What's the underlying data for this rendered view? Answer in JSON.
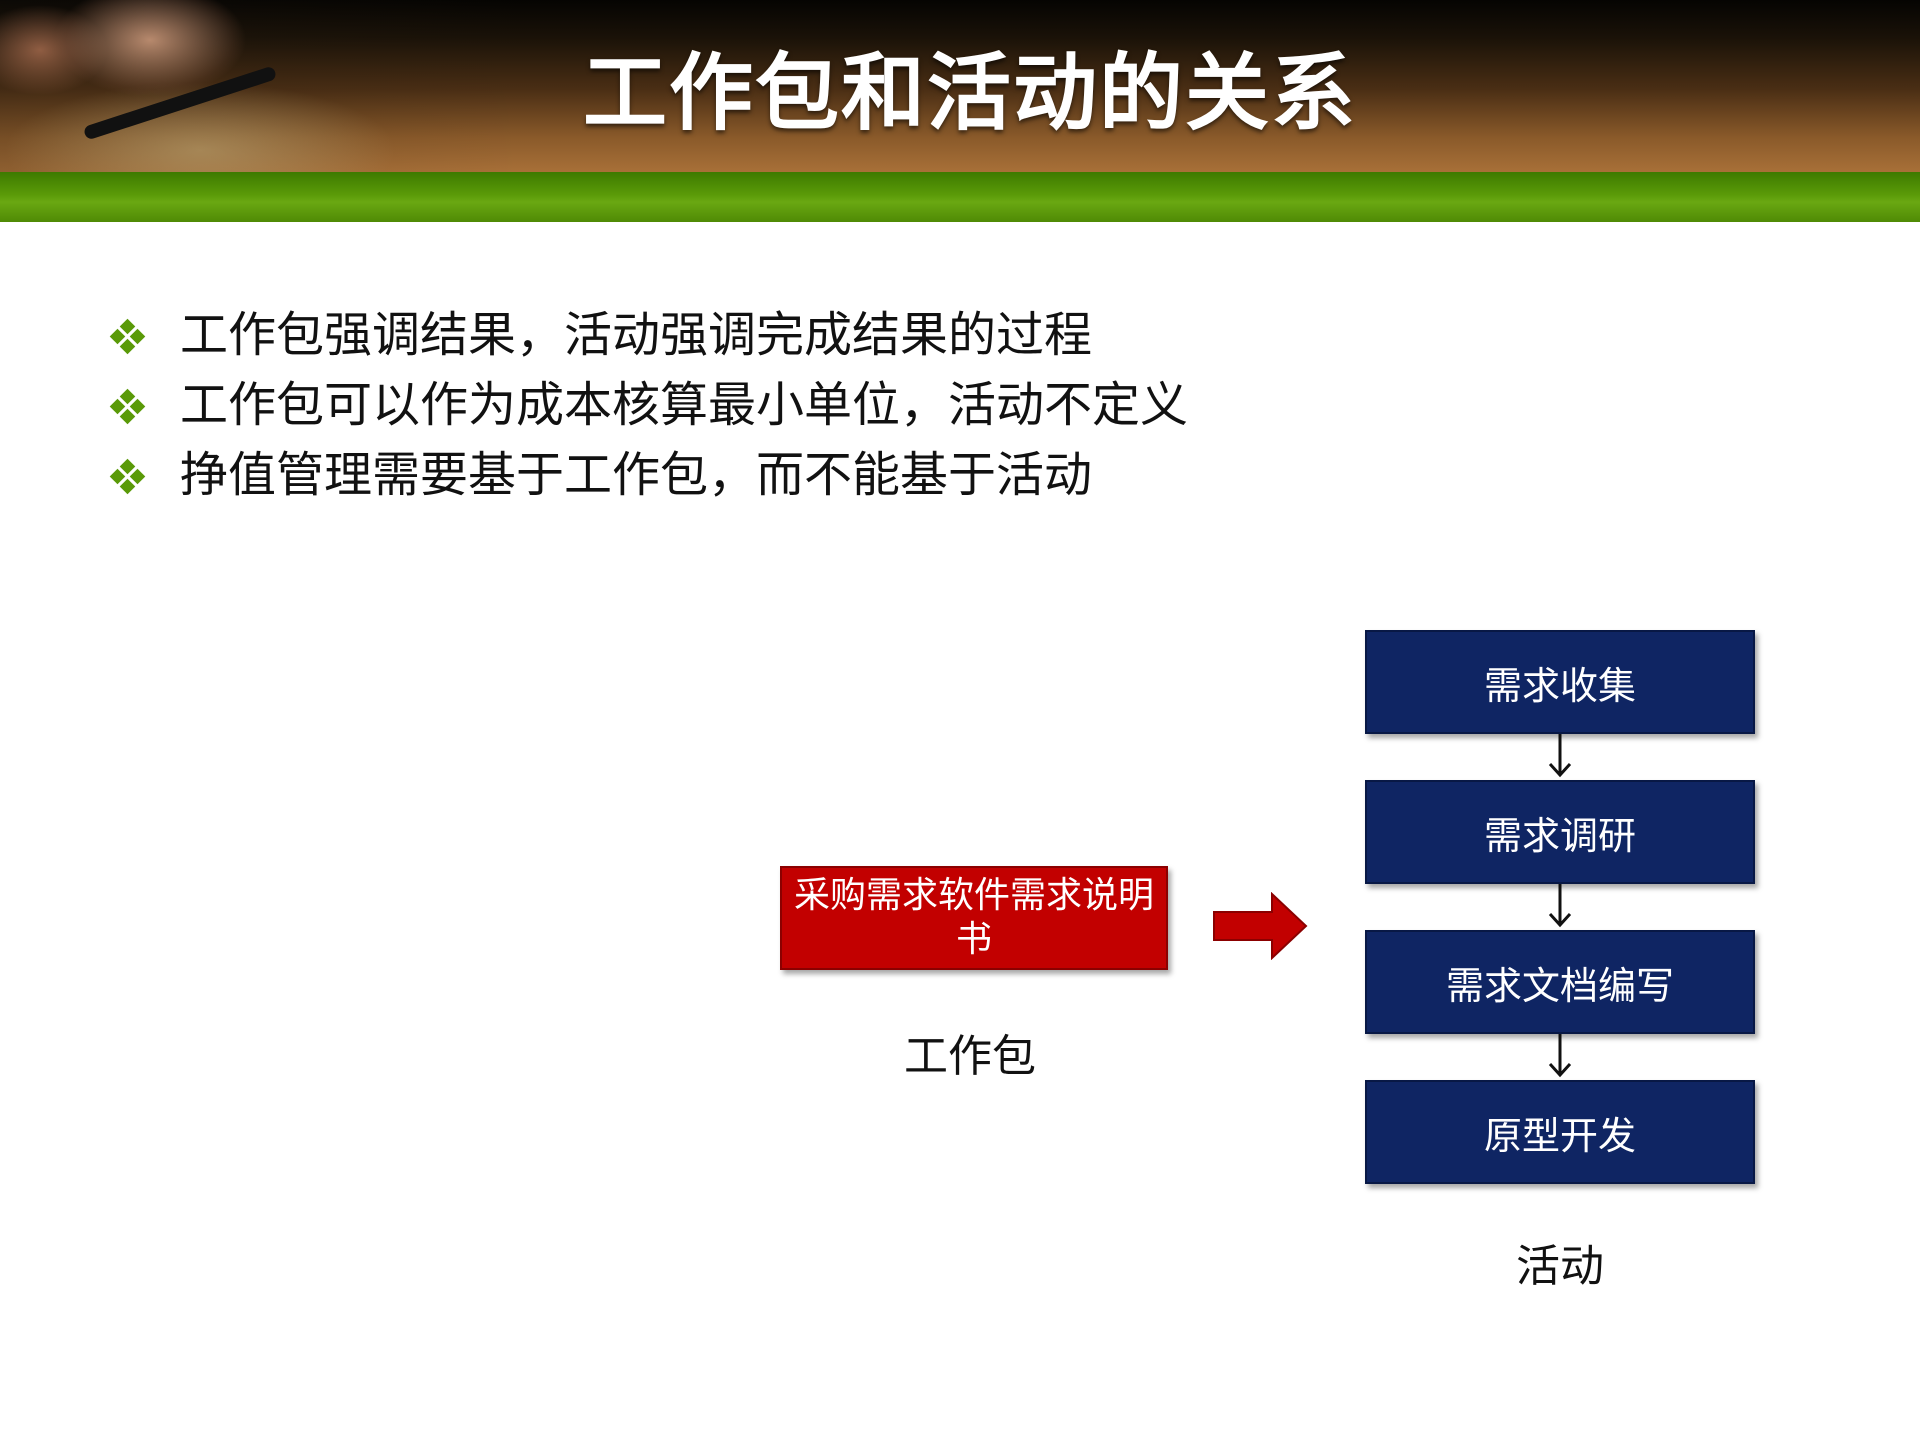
{
  "slide": {
    "title": "工作包和活动的关系",
    "bullets": [
      "工作包强调结果，活动强调完成结果的过程",
      "工作包可以作为成本核算最小单位，活动不定义",
      "挣值管理需要基于工作包，而不能基于活动"
    ]
  },
  "diagram": {
    "work_package": {
      "box_text": "采购需求软件需求说明书",
      "caption": "工作包"
    },
    "activities": [
      "需求收集",
      "需求调研",
      "需求文档编写",
      "原型开发"
    ],
    "activities_caption": "活动"
  },
  "colors": {
    "header_green": "#5a9a08",
    "work_package_fill": "#c20000",
    "activity_fill": "#0f2563"
  }
}
